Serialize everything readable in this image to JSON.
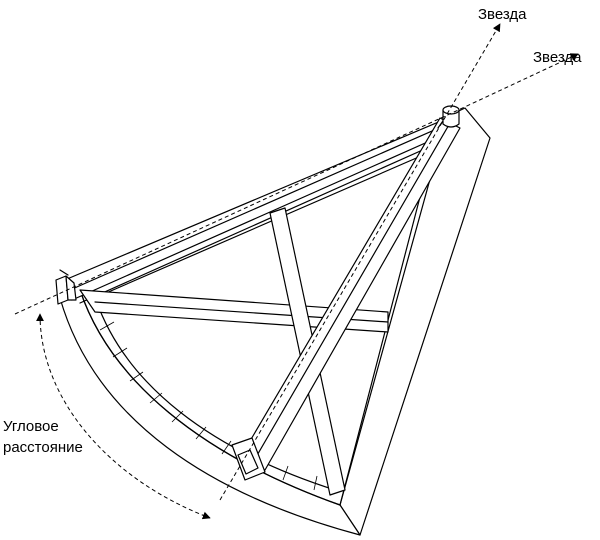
{
  "labels": {
    "star_1": "Звезда",
    "star_2": "Звезда",
    "angle_line_1": "Угловое",
    "angle_line_2": "расстояние"
  }
}
